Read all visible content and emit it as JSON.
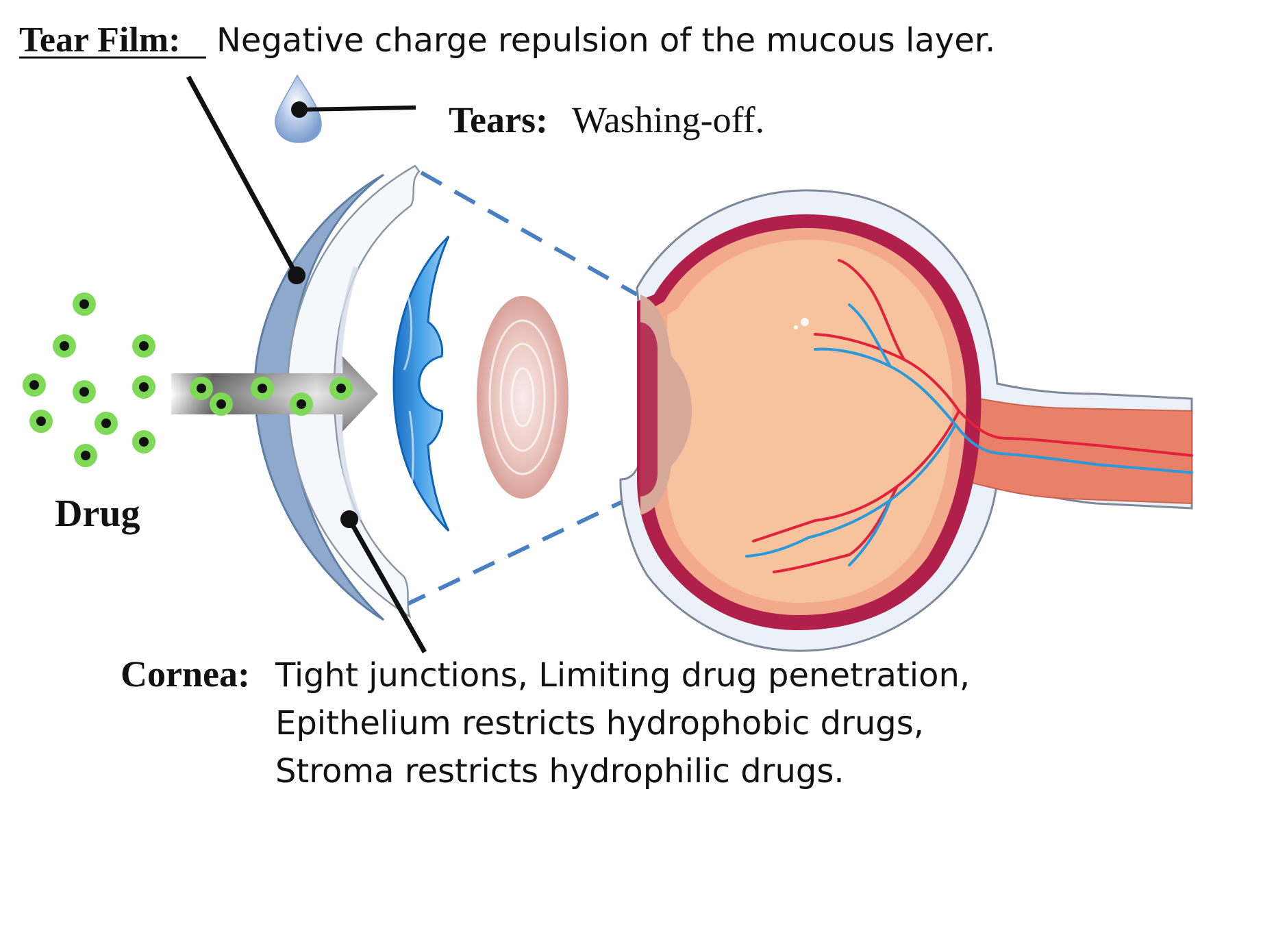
{
  "labels": {
    "tear_film": {
      "title": "Tear Film:",
      "text": "Negative charge repulsion of the mucous layer."
    },
    "tears": {
      "title": "Tears:",
      "text": "Washing-off."
    },
    "drug": {
      "title": "Drug"
    },
    "cornea": {
      "title": "Cornea:",
      "lines": [
        "Tight junctions, Limiting drug penetration,",
        "Epithelium restricts hydrophobic drugs,",
        "Stroma restricts hydrophilic drugs."
      ]
    }
  },
  "colors": {
    "drug_particle_ring": "#7ed957",
    "drug_particle_core": "#111111",
    "tear_film_layer": "#7f9ec3",
    "cornea_layer": "#f2f6fa",
    "dashed_connector": "#4a7fc1",
    "sclera_border": "#8a96a6",
    "choroid": "#b0204a",
    "retina_layer": "#f2a98c",
    "vitreous": "#f6c39e",
    "artery": "#e0233a",
    "vein": "#2a9ad8",
    "optic_nerve": "#e8806a",
    "tear_drop": "#8fb0dc"
  },
  "icons": {
    "tear_drop": "tear-drop-icon",
    "drug_arrow": "right-arrow-icon"
  }
}
